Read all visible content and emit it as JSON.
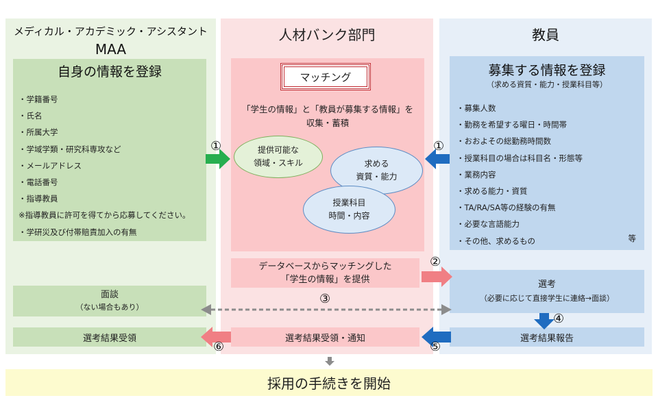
{
  "left": {
    "header_line1": "メディカル・アカデミック・アシスタント",
    "header_line2": "MAA",
    "panel_title": "自身の情報を登録",
    "items": [
      "・学籍番号",
      "・氏名",
      "・所属大学",
      "・学域学類・研究科専攻など",
      "・メールアドレス",
      "・電話番号",
      "・指導教員",
      "※指導教員に許可を得てから応募してください。",
      "・学研災及び付帯賠責加入の有無"
    ],
    "interview_title": "面談",
    "interview_note": "（ない場合もあり）",
    "result_label": "選考結果受領"
  },
  "middle": {
    "header": "人材バンク部門",
    "matching_label": "マッチング",
    "collect_line1": "「学生の情報」と「教員が募集する情報」を",
    "collect_line2": "収集・蓄積",
    "ellipse_skill_line1": "提供可能な",
    "ellipse_skill_line2": "領域・スキル",
    "ellipse_ability_line1": "求める",
    "ellipse_ability_line2": "資質・能力",
    "ellipse_subject_line1": "授業科目",
    "ellipse_subject_line2": "時間・内容",
    "provide_line1": "データベースからマッチングした",
    "provide_line2": "「学生の情報」を提供",
    "notify_label": "選考結果受領・通知"
  },
  "right": {
    "header": "教員",
    "panel_title": "募集する情報を登録",
    "panel_subtitle": "（求める資質・能力・授業科目等）",
    "items": [
      "・募集人数",
      "・勤務を希望する曜日・時間帯",
      "・おおよその総勤務時間数",
      "・授業科目の場合は科目名・形態等",
      "・業務内容",
      "・求める能力・資質",
      "・TA/RA/SA等の経験の有無",
      "・必要な言語能力",
      "・その他、求めるもの"
    ],
    "items_suffix": "等",
    "selection_title": "選考",
    "selection_note": "（必要に応じて直接学生に連絡→面談）",
    "report_label": "選考結果報告"
  },
  "steps": {
    "s1_left": "①",
    "s1_right": "①",
    "s2": "②",
    "s3": "③",
    "s4": "④",
    "s5": "⑤",
    "s6": "⑥"
  },
  "footer": {
    "label": "採用の手続きを開始"
  },
  "colors": {
    "green_arrow": "#27ae4f",
    "blue_arrow": "#1f6cc0",
    "pink_arrow": "#f07f84",
    "dashed_arrow": "#8c8c8c"
  }
}
